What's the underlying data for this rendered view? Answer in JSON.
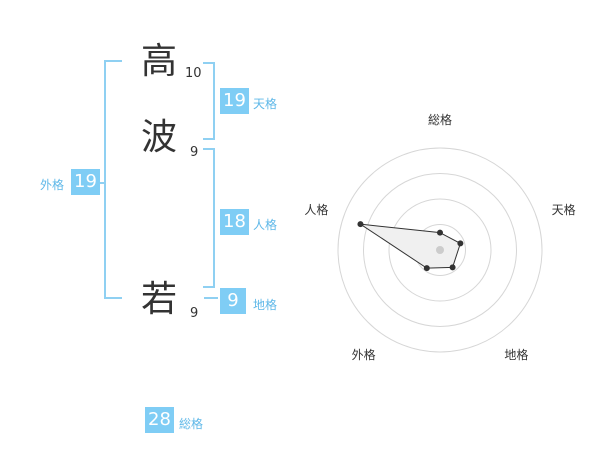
{
  "name": {
    "chars": [
      {
        "char": "高",
        "strokes": "10"
      },
      {
        "char": "波",
        "strokes": "9"
      },
      {
        "char": "若",
        "strokes": "9"
      }
    ]
  },
  "kaku": {
    "tenkaku": {
      "value": "19",
      "label": "天格"
    },
    "jinkaku": {
      "value": "18",
      "label": "人格"
    },
    "chikaku": {
      "value": "9",
      "label": "地格"
    },
    "gaikaku": {
      "value": "19",
      "label": "外格"
    },
    "soukaku": {
      "value": "28",
      "label": "総格"
    }
  },
  "chart_data": {
    "type": "radar",
    "axes": [
      "総格",
      "天格",
      "地格",
      "外格",
      "人格"
    ],
    "values": [
      0.17,
      0.21,
      0.21,
      0.22,
      0.82
    ],
    "range": [
      0,
      1
    ],
    "rings": 4
  }
}
